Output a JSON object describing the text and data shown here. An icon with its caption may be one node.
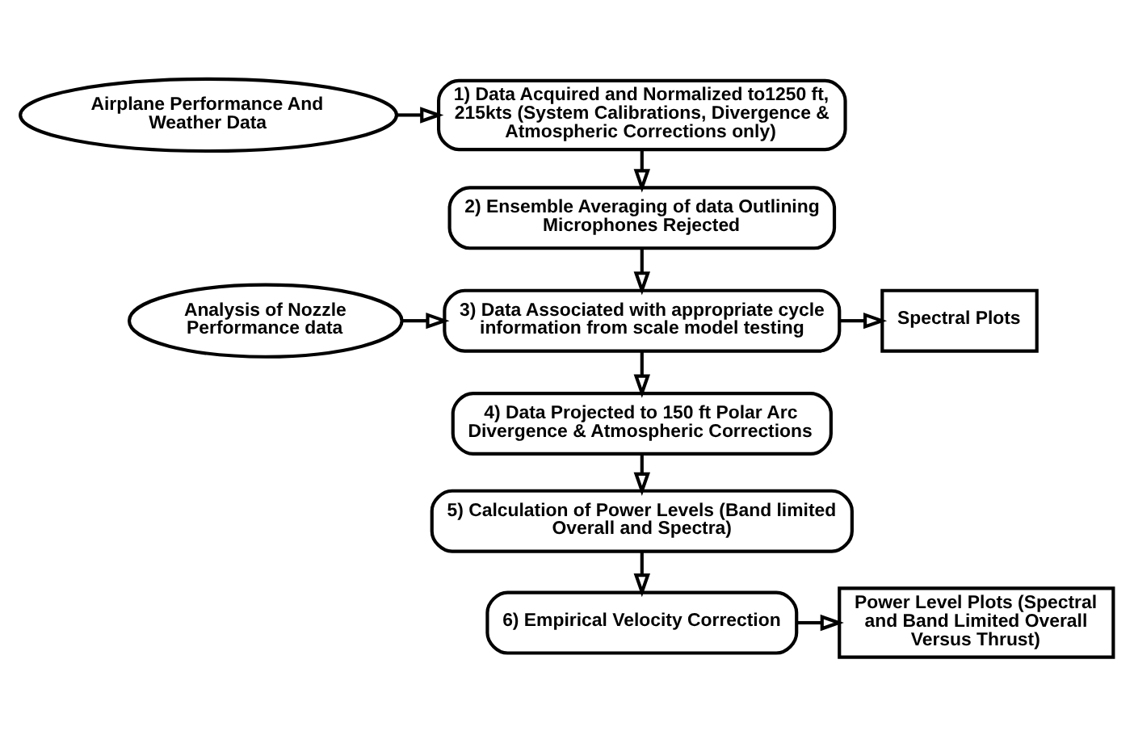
{
  "diagram": {
    "nodes": [
      {
        "text": [
          "1) Data Acquired and Normalized to1250 ft, 215kts (System Calibrations, Divergence & Atmospheric Corrections only)"
        ]
      },
      {
        "text": [
          "Airplane Performance And Weather Data"
        ]
      },
      {
        "text": [
          "2) Ensemble Averaging of data Outlining Microphones Rejected"
        ]
      },
      {
        "text": [
          "Analysis of Nozzle Performance data"
        ]
      },
      {
        "text": [
          "3) Data Associated with appropriate cycle information from scale model testing"
        ]
      },
      {
        "text": [
          "Spectral Plots"
        ]
      },
      {
        "text": [
          "4) Data Projected to 150 ft Polar Arc Divergence & Atmospheric Corrections"
        ]
      },
      {
        "text": [
          "5) Calculation of Power Levels (Band limited Overall and Spectra)"
        ]
      },
      {
        "text": [
          "6) Empirical Velocity Correction"
        ]
      },
      {
        "text": [
          "Power Level Plots (Spectral and Band Limited Overall Versus Thrust)"
        ]
      }
    ],
    "edges": [
      {
        "from": 1,
        "to": 0,
        "arrow": "to"
      },
      {
        "from": 0,
        "to": 2,
        "arrow": "to"
      },
      {
        "from": 2,
        "to": 4,
        "arrow": "to"
      },
      {
        "from": 3,
        "to": 4,
        "arrow": "to"
      },
      {
        "from": 4,
        "to": 5,
        "arrow": "to"
      },
      {
        "from": 4,
        "to": 6,
        "arrow": "to"
      },
      {
        "from": 6,
        "to": 7,
        "arrow": "to"
      },
      {
        "from": 7,
        "to": 8,
        "arrow": "to"
      },
      {
        "from": 8,
        "to": 9,
        "arrow": "to"
      }
    ]
  }
}
